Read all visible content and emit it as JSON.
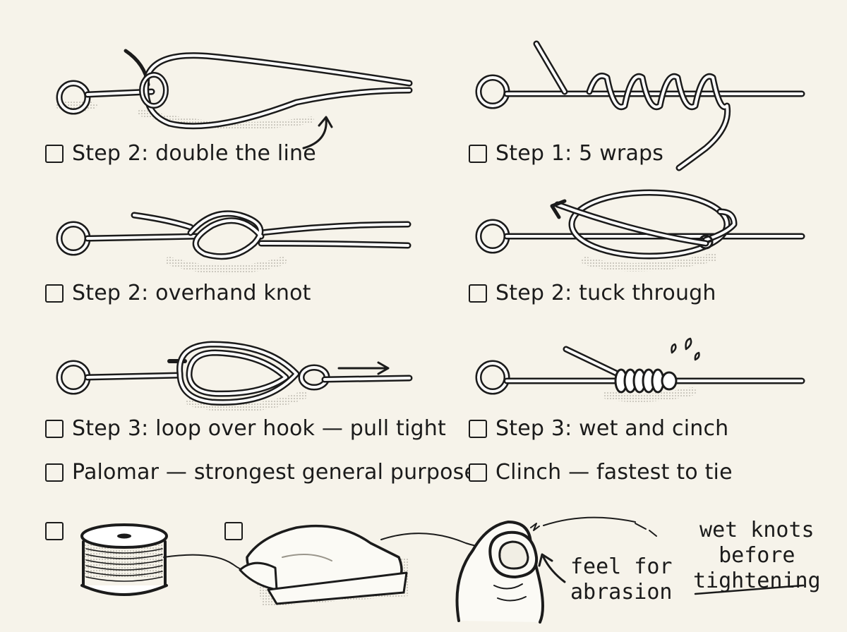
{
  "steps": {
    "palomar_1": "Step 2: double the line",
    "palomar_2": "Step 2: overhand knot",
    "palomar_3": "Step 3: loop over hook — pull tight",
    "clinch_1": "Step 1: 5 wraps",
    "clinch_2": "Step 2: tuck through",
    "clinch_3": "Step 3: wet and cinch"
  },
  "knots": {
    "palomar": "Palomar — strongest general purpose",
    "clinch": "Clinch — fastest to tie"
  },
  "notes": {
    "abrasion": [
      "feel for",
      "abrasion"
    ],
    "wet": [
      "wet knots",
      "before",
      "tightening"
    ]
  },
  "colors": {
    "ink": "#1b1b1b",
    "paper": "#f6f3ea",
    "line_fill": "#ffffff"
  }
}
